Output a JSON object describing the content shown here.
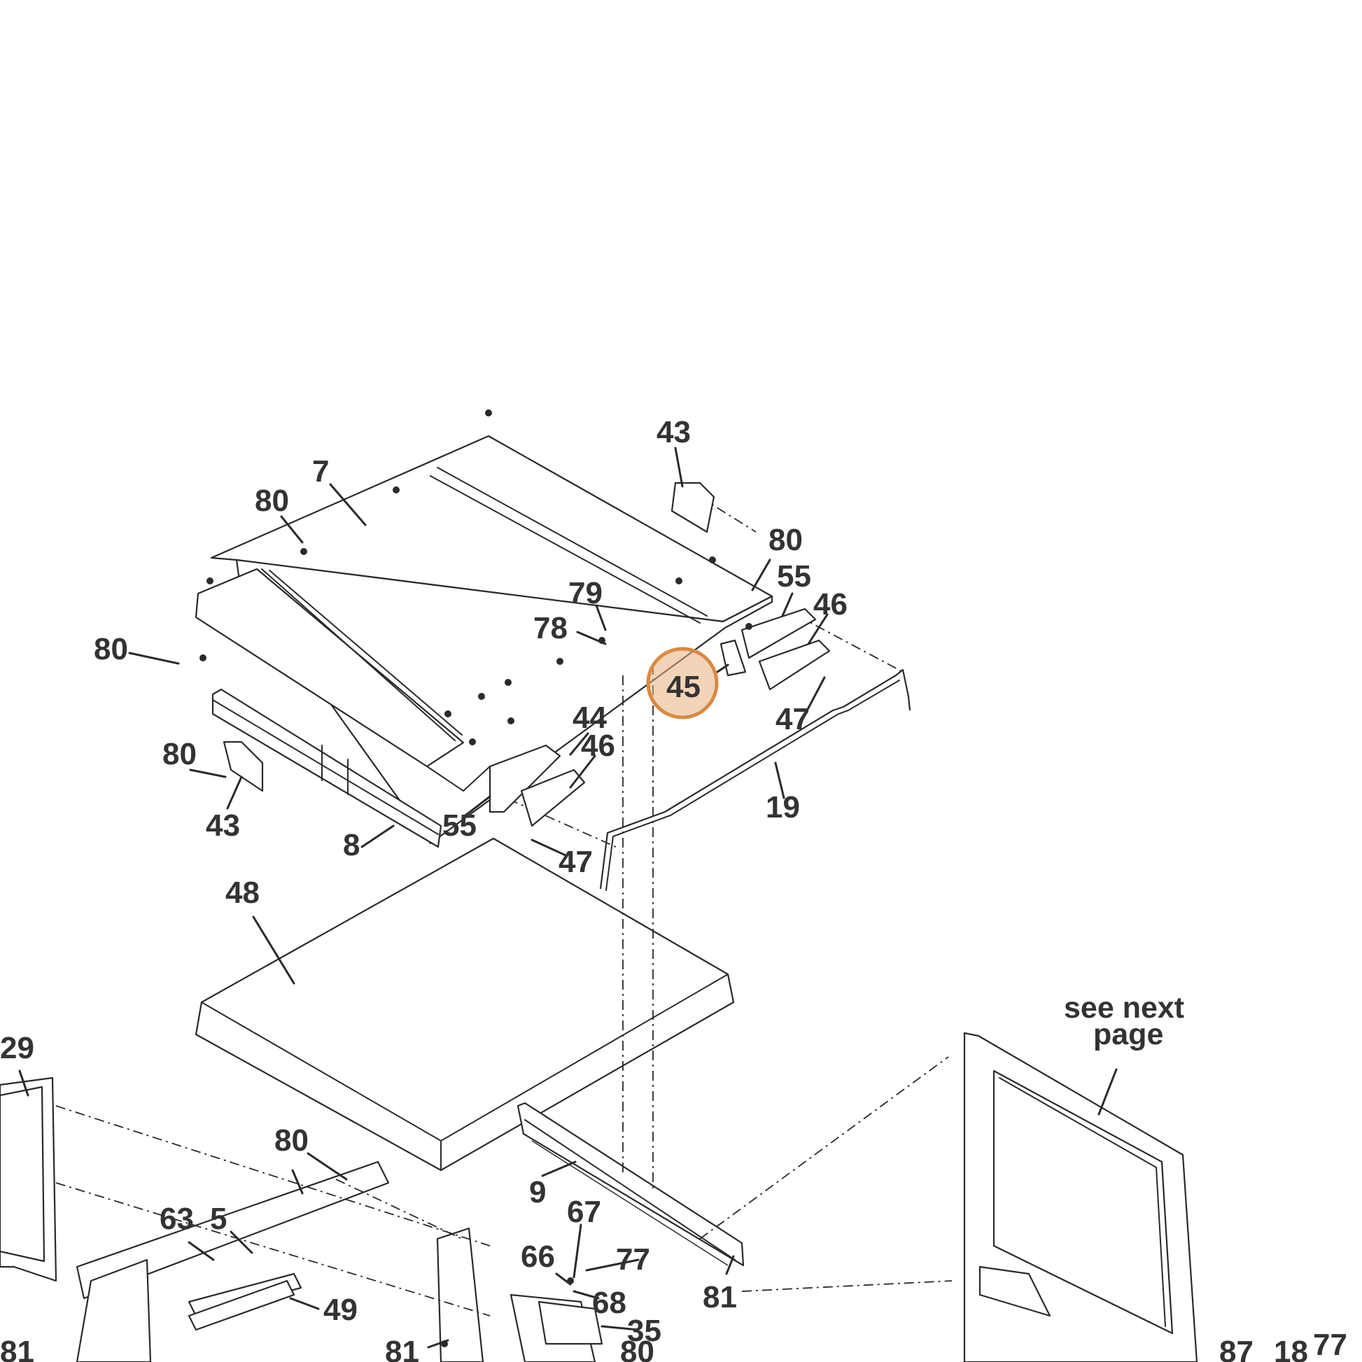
{
  "diagram": {
    "highlight": {
      "label": "45",
      "ring_color": "#d88a43",
      "fill_color": "#e8b07d"
    },
    "callouts": [
      "43",
      "7",
      "80",
      "80",
      "55",
      "46",
      "79",
      "78",
      "80",
      "45",
      "47",
      "44",
      "46",
      "80",
      "43",
      "55",
      "8",
      "47",
      "19",
      "48",
      "29",
      "80",
      "63",
      "5",
      "9",
      "67",
      "66",
      "77",
      "68",
      "49",
      "35",
      "81",
      "81",
      "80",
      "87",
      "18",
      "77",
      "81"
    ],
    "note": {
      "line1": "see next",
      "line2": "page"
    }
  }
}
